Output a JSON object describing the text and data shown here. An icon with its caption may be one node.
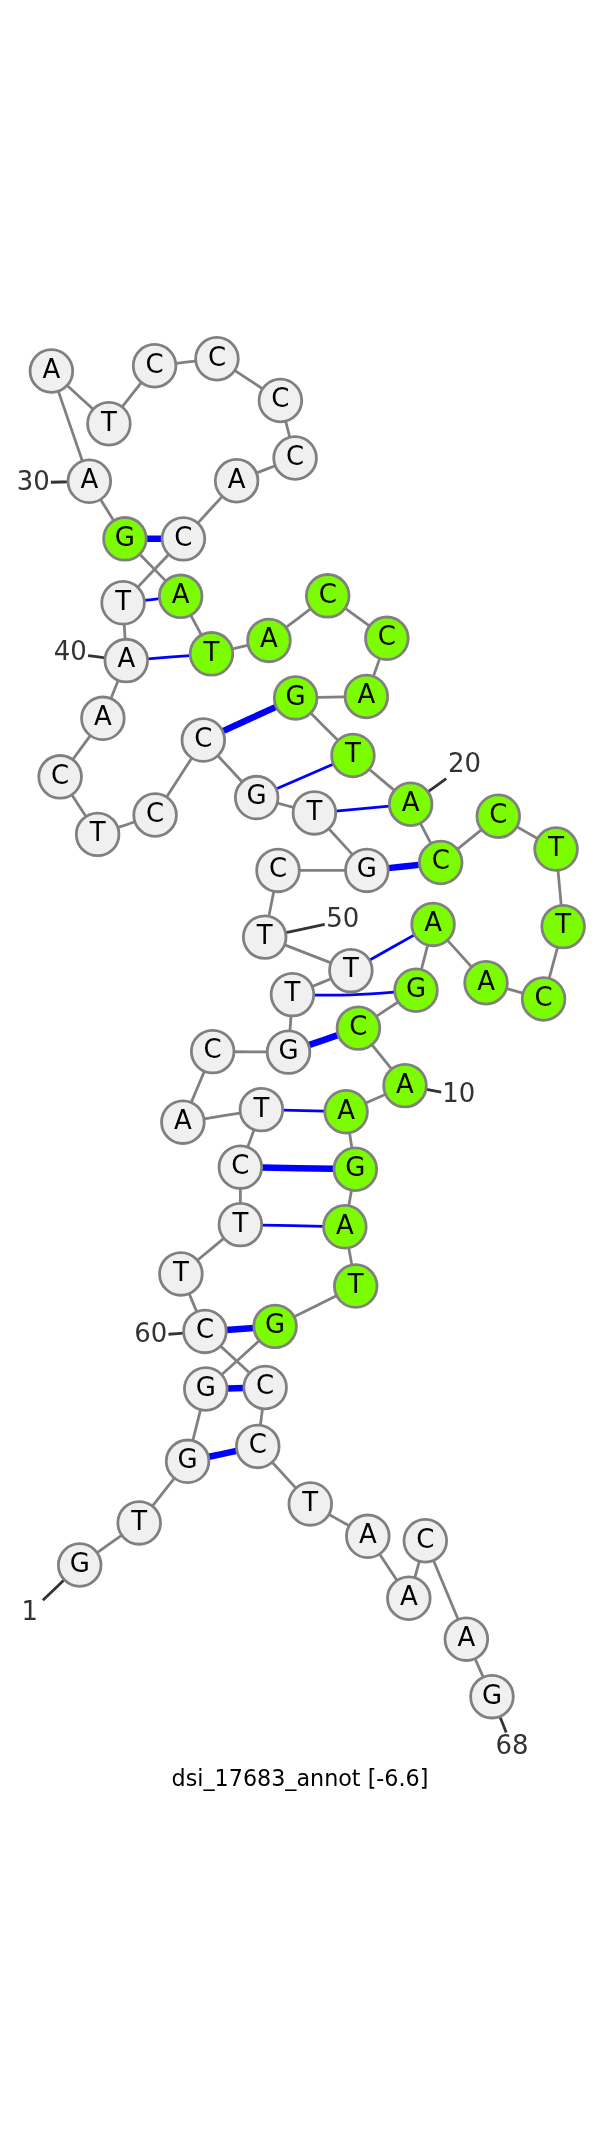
{
  "diagram": {
    "caption": "dsi_17683_annot [-6.6]",
    "nodes": [
      {
        "text": [
          "G"
        ]
      },
      {
        "text": [
          "T"
        ]
      },
      {
        "text": [
          "G"
        ]
      },
      {
        "text": [
          "G"
        ]
      },
      {
        "text": [
          "G"
        ]
      },
      {
        "text": [
          "T"
        ]
      },
      {
        "text": [
          "A"
        ]
      },
      {
        "text": [
          "G"
        ]
      },
      {
        "text": [
          "A"
        ]
      },
      {
        "text": [
          "A"
        ]
      },
      {
        "text": [
          "C"
        ]
      },
      {
        "text": [
          "G"
        ]
      },
      {
        "text": [
          "A"
        ]
      },
      {
        "text": [
          "A"
        ]
      },
      {
        "text": [
          "C"
        ]
      },
      {
        "text": [
          "T"
        ]
      },
      {
        "text": [
          "T"
        ]
      },
      {
        "text": [
          "C"
        ]
      },
      {
        "text": [
          "C"
        ]
      },
      {
        "text": [
          "A"
        ]
      },
      {
        "text": [
          "T"
        ]
      },
      {
        "text": [
          "G"
        ]
      },
      {
        "text": [
          "A"
        ]
      },
      {
        "text": [
          "C"
        ]
      },
      {
        "text": [
          "C"
        ]
      },
      {
        "text": [
          "A"
        ]
      },
      {
        "text": [
          "T"
        ]
      },
      {
        "text": [
          "A"
        ]
      },
      {
        "text": [
          "G"
        ]
      },
      {
        "text": [
          "A"
        ]
      },
      {
        "text": [
          "A"
        ]
      },
      {
        "text": [
          "T"
        ]
      },
      {
        "text": [
          "C"
        ]
      },
      {
        "text": [
          "C"
        ]
      },
      {
        "text": [
          "C"
        ]
      },
      {
        "text": [
          "C"
        ]
      },
      {
        "text": [
          "A"
        ]
      },
      {
        "text": [
          "C"
        ]
      },
      {
        "text": [
          "T"
        ]
      },
      {
        "text": [
          "A"
        ]
      },
      {
        "text": [
          "A"
        ]
      },
      {
        "text": [
          "C"
        ]
      },
      {
        "text": [
          "T"
        ]
      },
      {
        "text": [
          "C"
        ]
      },
      {
        "text": [
          "C"
        ]
      },
      {
        "text": [
          "G"
        ]
      },
      {
        "text": [
          "T"
        ]
      },
      {
        "text": [
          "G"
        ]
      },
      {
        "text": [
          "C"
        ]
      },
      {
        "text": [
          "T"
        ]
      },
      {
        "text": [
          "T"
        ]
      },
      {
        "text": [
          "T"
        ]
      },
      {
        "text": [
          "G"
        ]
      },
      {
        "text": [
          "C"
        ]
      },
      {
        "text": [
          "A"
        ]
      },
      {
        "text": [
          "T"
        ]
      },
      {
        "text": [
          "C"
        ]
      },
      {
        "text": [
          "T"
        ]
      },
      {
        "text": [
          "T"
        ]
      },
      {
        "text": [
          "C"
        ]
      },
      {
        "text": [
          "C"
        ]
      },
      {
        "text": [
          "C"
        ]
      },
      {
        "text": [
          "T"
        ]
      },
      {
        "text": [
          "A"
        ]
      },
      {
        "text": [
          "A"
        ]
      },
      {
        "text": [
          "C"
        ]
      },
      {
        "text": [
          "A"
        ]
      },
      {
        "text": [
          "G"
        ]
      },
      {
        "text": [
          "30"
        ]
      },
      {
        "text": [
          "40"
        ]
      },
      {
        "text": [
          "20"
        ]
      },
      {
        "text": [
          "50"
        ]
      },
      {
        "text": [
          "10"
        ]
      },
      {
        "text": [
          "60"
        ]
      },
      {
        "text": [
          "1"
        ]
      },
      {
        "text": [
          "68"
        ]
      }
    ],
    "edges": [
      {
        "from": 0,
        "to": 1,
        "arrow": "none"
      },
      {
        "from": 1,
        "to": 2,
        "arrow": "none"
      },
      {
        "from": 2,
        "to": 3,
        "arrow": "none"
      },
      {
        "from": 3,
        "to": 4,
        "arrow": "none"
      },
      {
        "from": 4,
        "to": 5,
        "arrow": "none"
      },
      {
        "from": 5,
        "to": 6,
        "arrow": "none"
      },
      {
        "from": 6,
        "to": 7,
        "arrow": "none"
      },
      {
        "from": 7,
        "to": 8,
        "arrow": "none"
      },
      {
        "from": 8,
        "to": 9,
        "arrow": "none"
      },
      {
        "from": 9,
        "to": 10,
        "arrow": "none"
      },
      {
        "from": 10,
        "to": 11,
        "arrow": "none"
      },
      {
        "from": 11,
        "to": 12,
        "arrow": "none"
      },
      {
        "from": 12,
        "to": 13,
        "arrow": "none"
      },
      {
        "from": 13,
        "to": 14,
        "arrow": "none"
      },
      {
        "from": 14,
        "to": 15,
        "arrow": "none"
      },
      {
        "from": 15,
        "to": 16,
        "arrow": "none"
      },
      {
        "from": 16,
        "to": 17,
        "arrow": "none"
      },
      {
        "from": 17,
        "to": 18,
        "arrow": "none"
      },
      {
        "from": 18,
        "to": 19,
        "arrow": "none"
      },
      {
        "from": 19,
        "to": 20,
        "arrow": "none"
      },
      {
        "from": 20,
        "to": 21,
        "arrow": "none"
      },
      {
        "from": 21,
        "to": 22,
        "arrow": "none"
      },
      {
        "from": 22,
        "to": 23,
        "arrow": "none"
      },
      {
        "from": 23,
        "to": 24,
        "arrow": "none"
      },
      {
        "from": 24,
        "to": 25,
        "arrow": "none"
      },
      {
        "from": 25,
        "to": 26,
        "arrow": "none"
      },
      {
        "from": 26,
        "to": 27,
        "arrow": "none"
      },
      {
        "from": 27,
        "to": 28,
        "arrow": "none"
      },
      {
        "from": 28,
        "to": 29,
        "arrow": "none"
      },
      {
        "from": 29,
        "to": 30,
        "arrow": "none"
      },
      {
        "from": 30,
        "to": 31,
        "arrow": "none"
      },
      {
        "from": 31,
        "to": 32,
        "arrow": "none"
      },
      {
        "from": 32,
        "to": 33,
        "arrow": "none"
      },
      {
        "from": 33,
        "to": 34,
        "arrow": "none"
      },
      {
        "from": 34,
        "to": 35,
        "arrow": "none"
      },
      {
        "from": 35,
        "to": 36,
        "arrow": "none"
      },
      {
        "from": 36,
        "to": 37,
        "arrow": "none"
      },
      {
        "from": 37,
        "to": 38,
        "arrow": "none"
      },
      {
        "from": 38,
        "to": 39,
        "arrow": "none"
      },
      {
        "from": 39,
        "to": 40,
        "arrow": "none"
      },
      {
        "from": 40,
        "to": 41,
        "arrow": "none"
      },
      {
        "from": 41,
        "to": 42,
        "arrow": "none"
      },
      {
        "from": 42,
        "to": 43,
        "arrow": "none"
      },
      {
        "from": 43,
        "to": 44,
        "arrow": "none"
      },
      {
        "from": 44,
        "to": 45,
        "arrow": "none"
      },
      {
        "from": 45,
        "to": 46,
        "arrow": "none"
      },
      {
        "from": 46,
        "to": 47,
        "arrow": "none"
      },
      {
        "from": 47,
        "to": 48,
        "arrow": "none"
      },
      {
        "from": 48,
        "to": 49,
        "arrow": "none"
      },
      {
        "from": 49,
        "to": 50,
        "arrow": "none"
      },
      {
        "from": 50,
        "to": 51,
        "arrow": "none"
      },
      {
        "from": 51,
        "to": 52,
        "arrow": "none"
      },
      {
        "from": 52,
        "to": 53,
        "arrow": "none"
      },
      {
        "from": 53,
        "to": 54,
        "arrow": "none"
      },
      {
        "from": 54,
        "to": 55,
        "arrow": "none"
      },
      {
        "from": 55,
        "to": 56,
        "arrow": "none"
      },
      {
        "from": 56,
        "to": 57,
        "arrow": "none"
      },
      {
        "from": 57,
        "to": 58,
        "arrow": "none"
      },
      {
        "from": 58,
        "to": 59,
        "arrow": "none"
      },
      {
        "from": 59,
        "to": 60,
        "arrow": "none"
      },
      {
        "from": 60,
        "to": 61,
        "arrow": "none"
      },
      {
        "from": 61,
        "to": 62,
        "arrow": "none"
      },
      {
        "from": 62,
        "to": 63,
        "arrow": "none"
      },
      {
        "from": 63,
        "to": 64,
        "arrow": "none"
      },
      {
        "from": 64,
        "to": 65,
        "arrow": "none"
      },
      {
        "from": 65,
        "to": 66,
        "arrow": "none"
      },
      {
        "from": 66,
        "to": 67,
        "arrow": "none"
      },
      {
        "from": 2,
        "to": 61,
        "arrow": "none",
        "style": "thick",
        "color": "#0000ff"
      },
      {
        "from": 3,
        "to": 60,
        "arrow": "none",
        "style": "thick",
        "color": "#0000ff"
      },
      {
        "from": 4,
        "to": 59,
        "arrow": "none",
        "style": "thick",
        "color": "#0000ff"
      },
      {
        "from": 6,
        "to": 57,
        "arrow": "none",
        "color": "#0000ff"
      },
      {
        "from": 7,
        "to": 56,
        "arrow": "none",
        "style": "thick",
        "color": "#0000ff"
      },
      {
        "from": 8,
        "to": 55,
        "arrow": "none",
        "color": "#0000ff"
      },
      {
        "from": 10,
        "to": 52,
        "arrow": "none",
        "style": "thick",
        "color": "#0000ff"
      },
      {
        "from": 11,
        "to": 51,
        "arrow": "none",
        "color": "#0000ff"
      },
      {
        "from": 12,
        "to": 50,
        "arrow": "none",
        "color": "#0000ff"
      },
      {
        "from": 18,
        "to": 47,
        "arrow": "none",
        "style": "thick",
        "color": "#0000ff"
      },
      {
        "from": 19,
        "to": 46,
        "arrow": "none",
        "color": "#0000ff"
      },
      {
        "from": 20,
        "to": 45,
        "arrow": "none",
        "color": "#0000ff"
      },
      {
        "from": 21,
        "to": 44,
        "arrow": "none",
        "style": "thick",
        "color": "#0000ff"
      },
      {
        "from": 26,
        "to": 39,
        "arrow": "none",
        "color": "#0000ff"
      },
      {
        "from": 27,
        "to": 38,
        "arrow": "none",
        "color": "#0000ff"
      },
      {
        "from": 28,
        "to": 37,
        "arrow": "none",
        "style": "thick",
        "color": "#0000ff"
      },
      {
        "from": 68,
        "to": 29,
        "arrow": "none",
        "color": "#333333"
      },
      {
        "from": 69,
        "to": 39,
        "arrow": "none",
        "color": "#333333"
      },
      {
        "from": 70,
        "to": 19,
        "arrow": "none",
        "color": "#333333"
      },
      {
        "from": 71,
        "to": 49,
        "arrow": "none",
        "color": "#333333"
      },
      {
        "from": 72,
        "to": 9,
        "arrow": "none",
        "color": "#333333"
      },
      {
        "from": 73,
        "to": 59,
        "arrow": "none",
        "color": "#333333"
      },
      {
        "from": 74,
        "to": 0,
        "arrow": "none",
        "color": "#333333"
      },
      {
        "from": 75,
        "to": 67,
        "arrow": "none",
        "color": "#333333"
      }
    ]
  }
}
